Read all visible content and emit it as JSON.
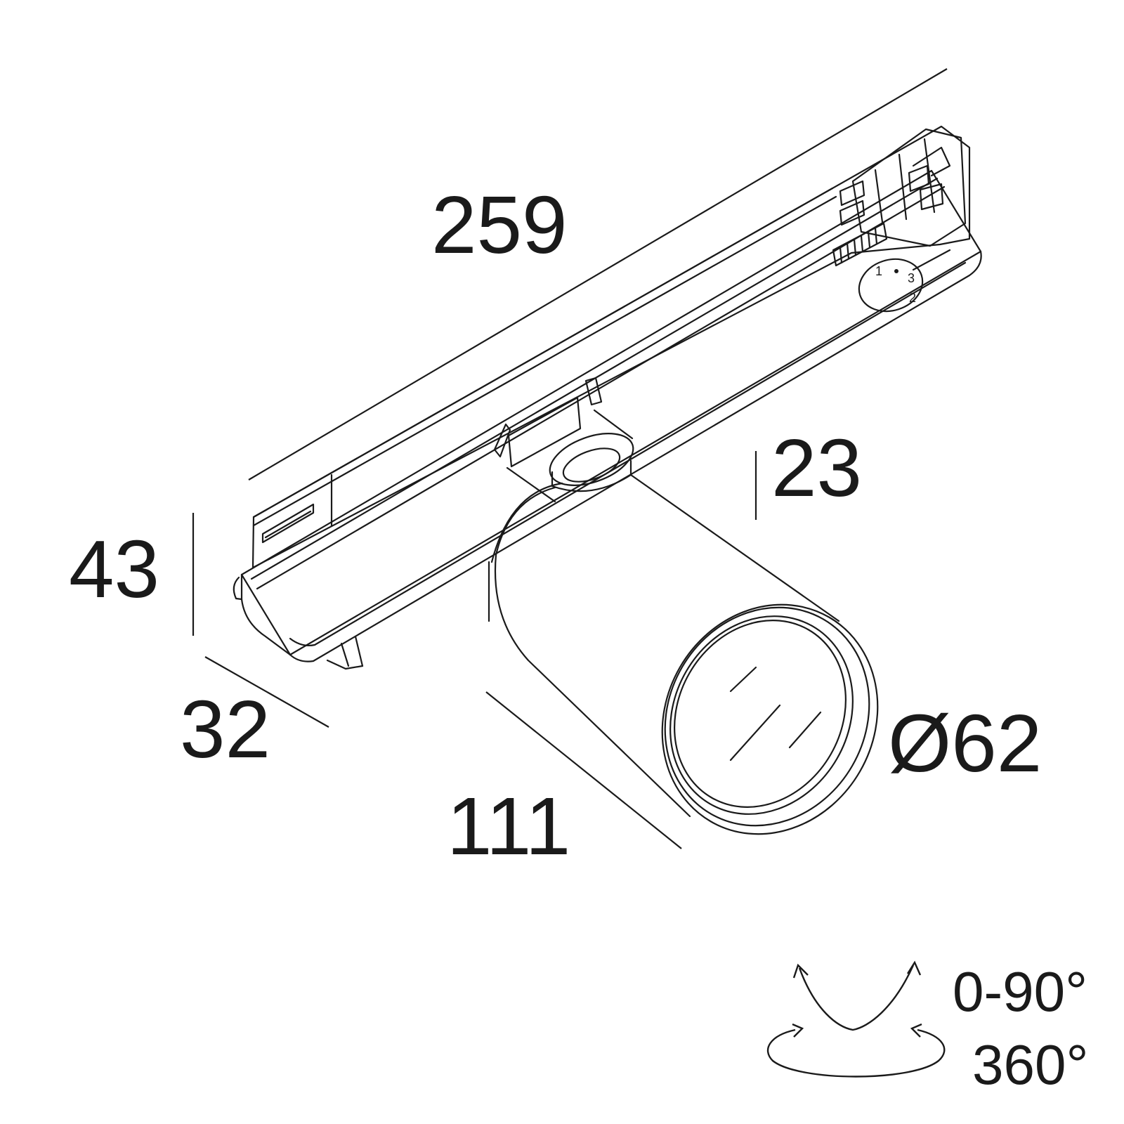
{
  "dimensions": {
    "length": "259",
    "height": "43",
    "width": "32",
    "adapter_offset": "23",
    "body_length": "111",
    "diameter": "Ø62"
  },
  "rotation": {
    "tilt": "0-90°",
    "pan": "360°"
  },
  "colors": {
    "line": "#1a1a1a",
    "background": "#ffffff"
  }
}
